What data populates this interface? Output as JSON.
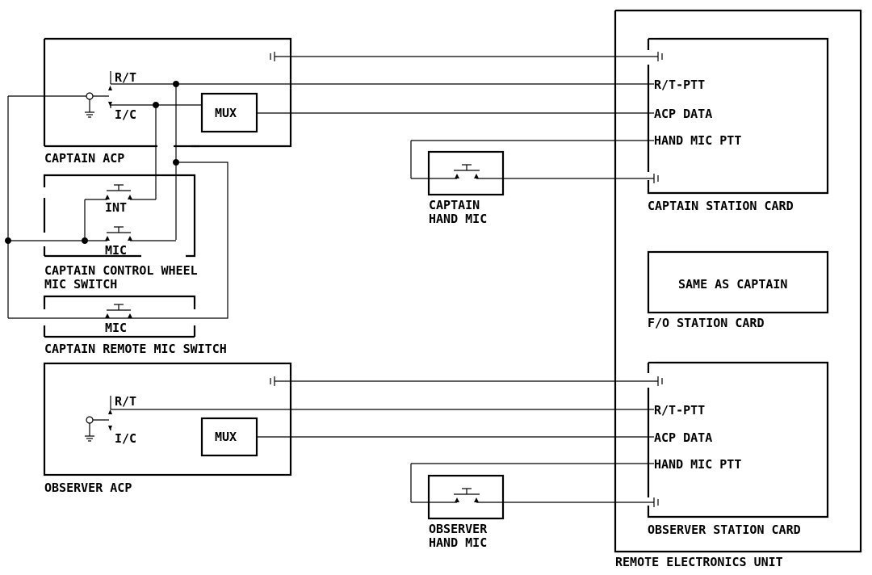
{
  "labels": {
    "captain_acp": "CAPTAIN ACP",
    "observer_acp": "OBSERVER ACP",
    "rt": "R/T",
    "ic": "I/C",
    "mux": "MUX",
    "int": "INT",
    "mic": "MIC",
    "ctrl_wheel_line1": "CAPTAIN CONTROL WHEEL",
    "ctrl_wheel_line2": "MIC SWITCH",
    "remote_mic_switch": "CAPTAIN REMOTE MIC SWITCH",
    "captain_hand_mic_line1": "CAPTAIN",
    "captain_hand_mic_line2": "HAND MIC",
    "observer_hand_mic_line1": "OBSERVER",
    "observer_hand_mic_line2": "HAND MIC",
    "rt_ptt": "R/T-PTT",
    "acp_data": "ACP DATA",
    "hand_mic_ptt": "HAND MIC PTT",
    "captain_station_card": "CAPTAIN STATION CARD",
    "fo_station_card": "F/O STATION CARD",
    "same_as_captain": "SAME AS CAPTAIN",
    "observer_station_card": "OBSERVER STATION CARD",
    "remote_electronics_unit": "REMOTE ELECTRONICS UNIT"
  }
}
